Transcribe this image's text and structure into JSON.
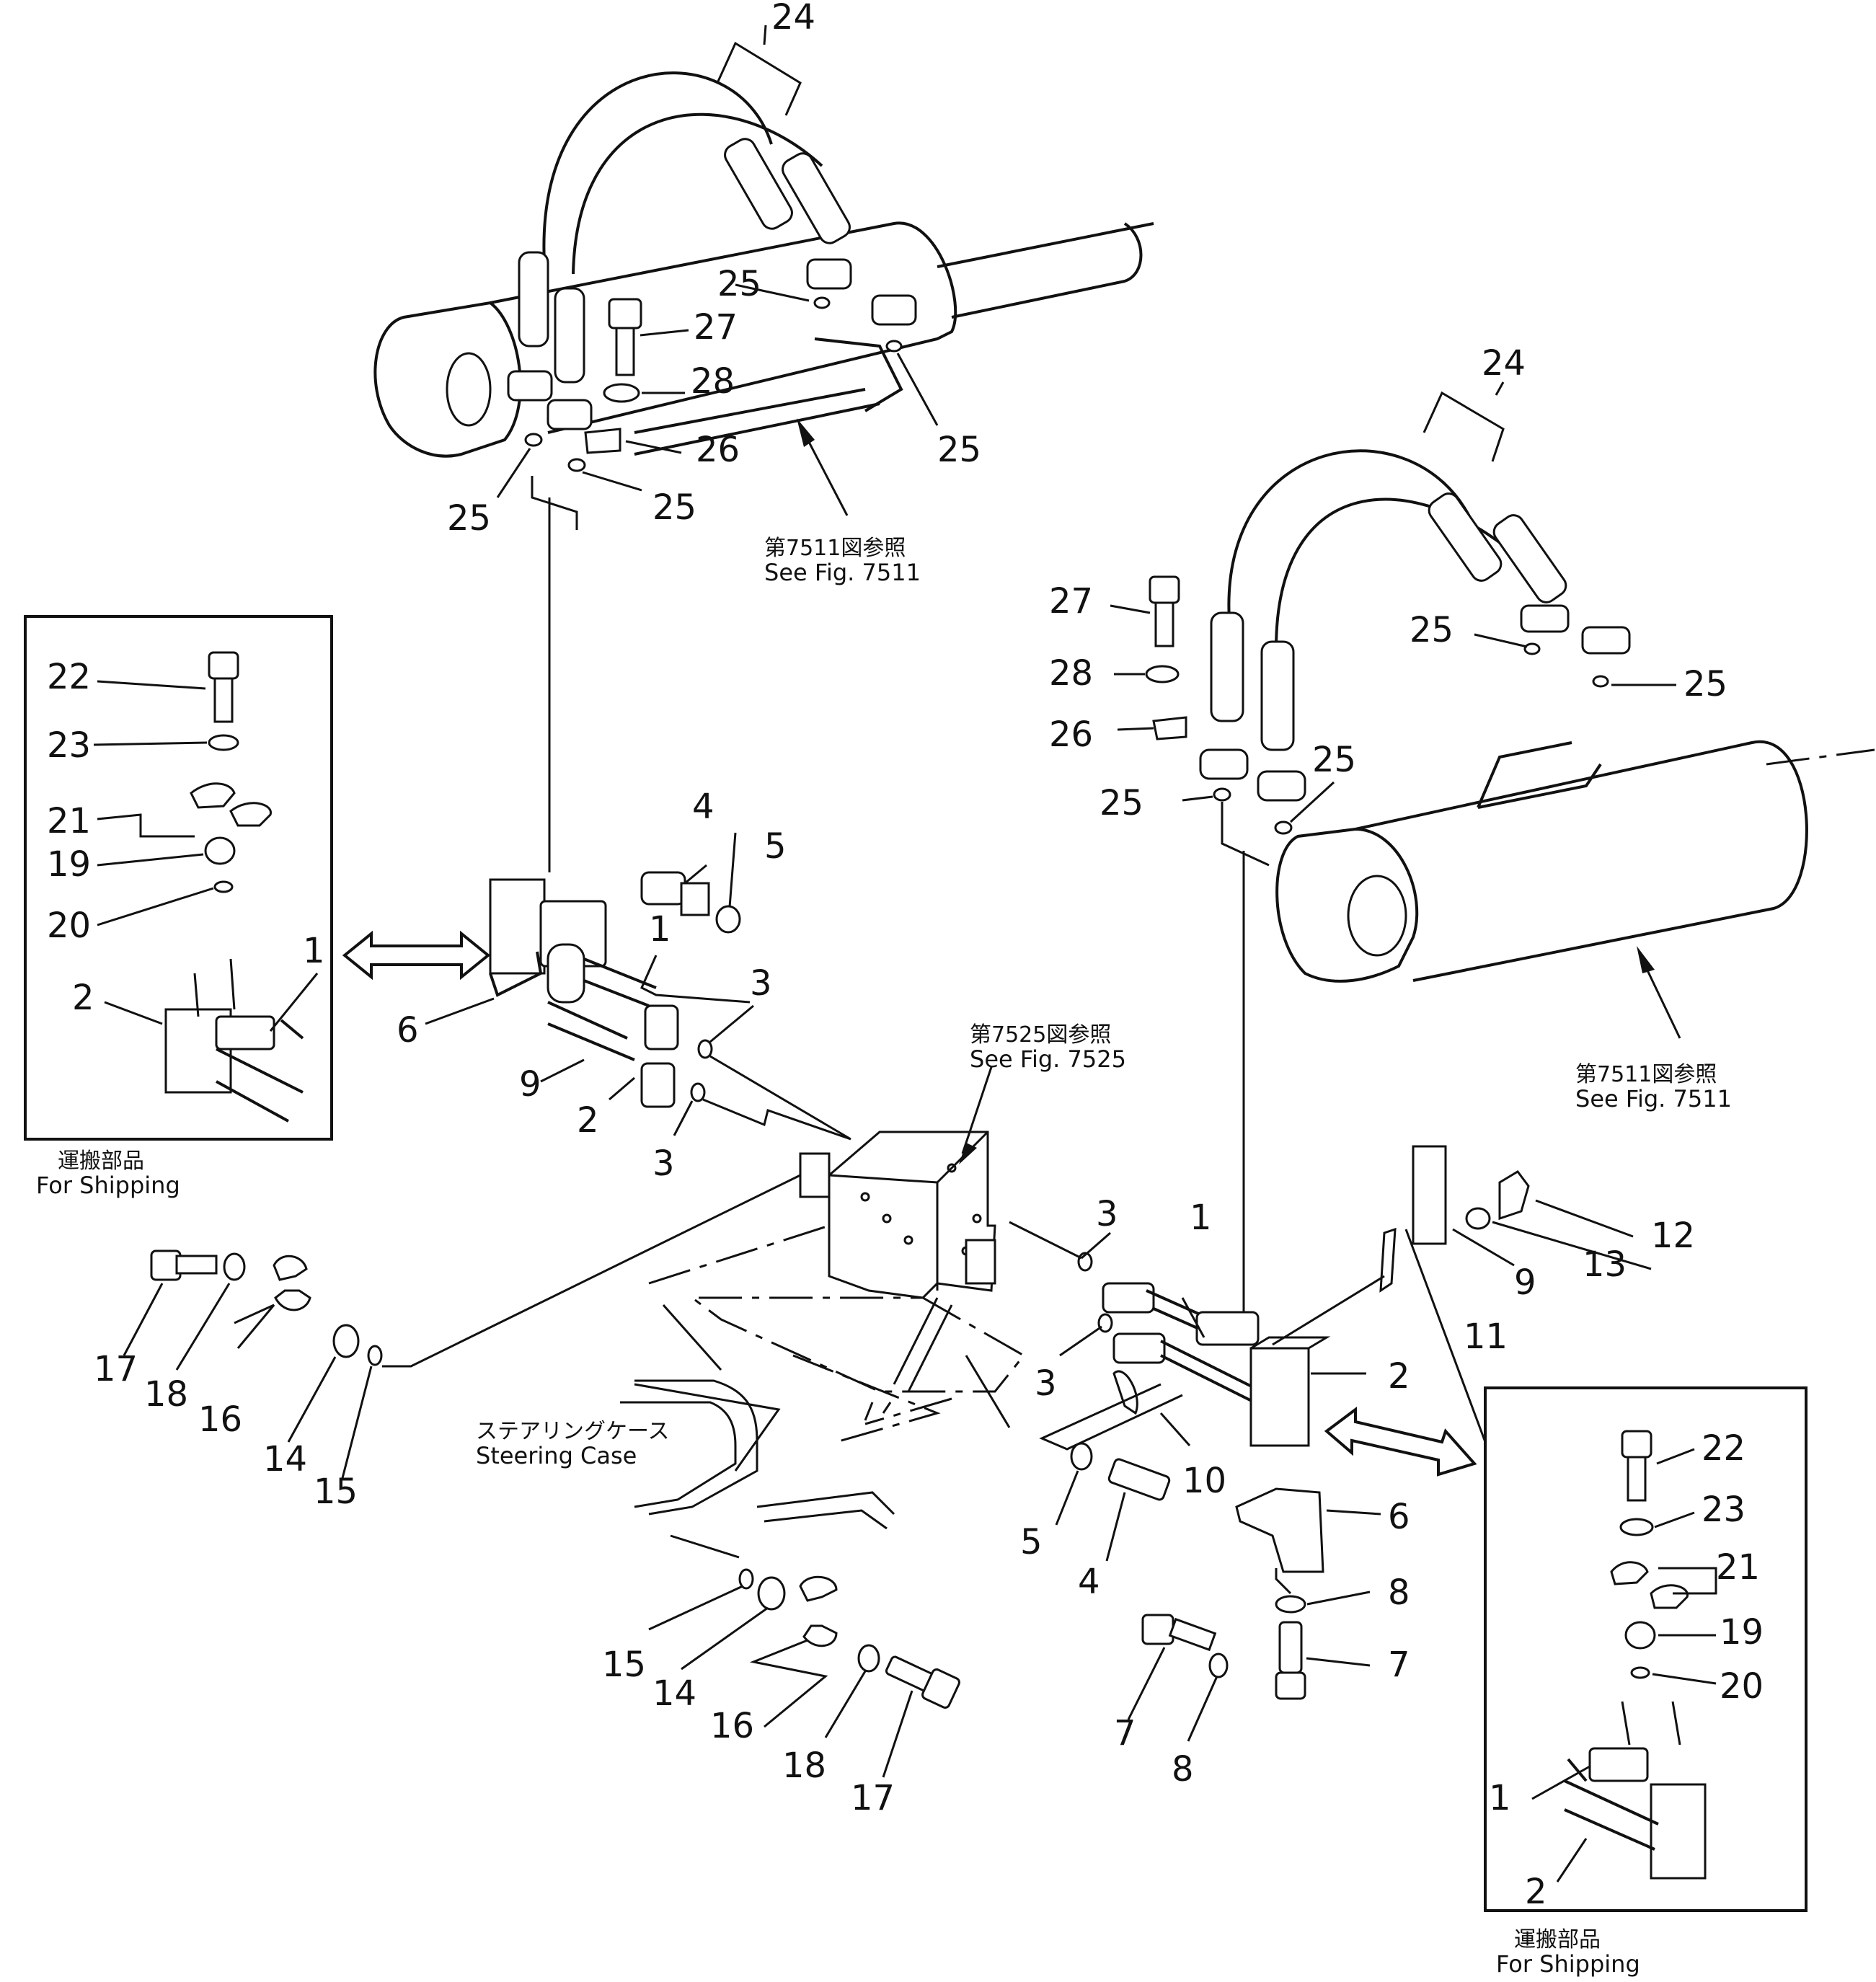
{
  "callouts": {
    "c24a": "24",
    "c24b": "24",
    "c25a": "25",
    "c25b": "25",
    "c25c": "25",
    "c25d": "25",
    "c25e": "25",
    "c25f": "25",
    "c25g": "25",
    "c25h": "25",
    "c27a": "27",
    "c28a": "28",
    "c26a": "26",
    "c27b": "27",
    "c28b": "28",
    "c26b": "26",
    "c22a": "22",
    "c23a": "23",
    "c21a": "21",
    "c19a": "19",
    "c20a": "20",
    "c2a": "2",
    "c1a": "1",
    "c4a": "4",
    "c5a": "5",
    "c1b": "1",
    "c3a": "3",
    "c3b": "3",
    "c6a": "6",
    "c9a": "9",
    "c2b": "2",
    "c17a": "17",
    "c18a": "18",
    "c16a": "16",
    "c14a": "14",
    "c15a": "15",
    "c3c": "3",
    "c1c": "1",
    "c3d": "3",
    "c2c": "2",
    "c12": "12",
    "c13": "13",
    "c9b": "9",
    "c11": "11",
    "c10": "10",
    "c5b": "5",
    "c4b": "4",
    "c6b": "6",
    "c8a": "8",
    "c7a": "7",
    "c7b": "7",
    "c8b": "8",
    "c15b": "15",
    "c14b": "14",
    "c16b": "16",
    "c18b": "18",
    "c17b": "17",
    "c22b": "22",
    "c23b": "23",
    "c21b": "21",
    "c19b": "19",
    "c20b": "20",
    "c1d": "1",
    "c2d": "2"
  },
  "references": {
    "fig7511_top": {
      "jp": "第7511図参照",
      "en": "See  Fig. 7511"
    },
    "fig7525": {
      "jp": "第7525図参照",
      "en": "See  Fig. 7525"
    },
    "fig7511_right": {
      "jp": "第7511図参照",
      "en": "See  Fig. 7511"
    }
  },
  "labels": {
    "shipping_left_jp": "運搬部品",
    "shipping_left_en": "For  Shipping",
    "shipping_right_jp": "運搬部品",
    "shipping_right_en": "For  Shipping",
    "steering_jp": "ステアリングケース",
    "steering_en": "Steering  Case"
  }
}
